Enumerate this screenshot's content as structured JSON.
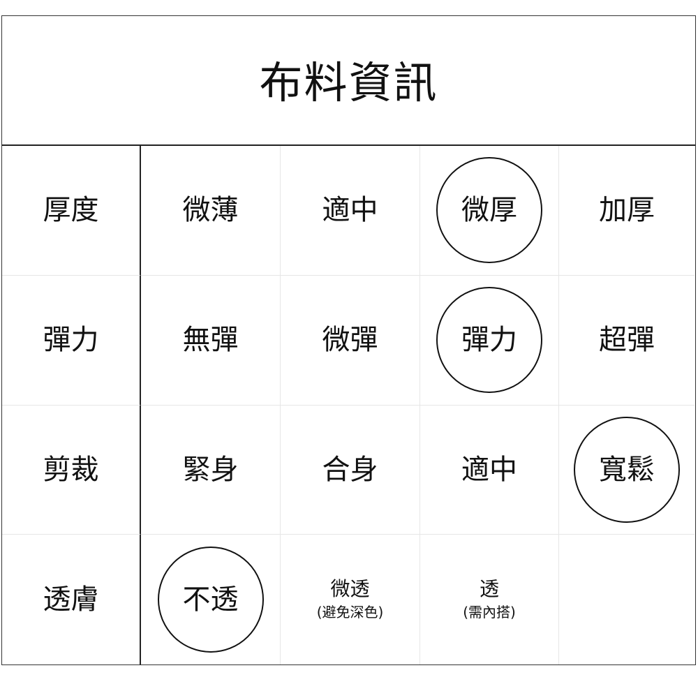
{
  "title": "布料資訊",
  "rows": [
    {
      "label": "厚度",
      "options": [
        {
          "main": "微薄",
          "sub": "",
          "selected": false
        },
        {
          "main": "適中",
          "sub": "",
          "selected": false
        },
        {
          "main": "微厚",
          "sub": "",
          "selected": true
        },
        {
          "main": "加厚",
          "sub": "",
          "selected": false
        }
      ]
    },
    {
      "label": "彈力",
      "options": [
        {
          "main": "無彈",
          "sub": "",
          "selected": false
        },
        {
          "main": "微彈",
          "sub": "",
          "selected": false
        },
        {
          "main": "彈力",
          "sub": "",
          "selected": true
        },
        {
          "main": "超彈",
          "sub": "",
          "selected": false
        }
      ]
    },
    {
      "label": "剪裁",
      "options": [
        {
          "main": "緊身",
          "sub": "",
          "selected": false
        },
        {
          "main": "合身",
          "sub": "",
          "selected": false
        },
        {
          "main": "適中",
          "sub": "",
          "selected": false
        },
        {
          "main": "寬鬆",
          "sub": "",
          "selected": true
        }
      ]
    },
    {
      "label": "透膚",
      "options": [
        {
          "main": "不透",
          "sub": "",
          "selected": true
        },
        {
          "main": "微透",
          "sub": "(避免深色)",
          "selected": false
        },
        {
          "main": "透",
          "sub": "(需內搭)",
          "selected": false
        },
        {
          "main": "",
          "sub": "",
          "selected": false
        }
      ]
    }
  ]
}
